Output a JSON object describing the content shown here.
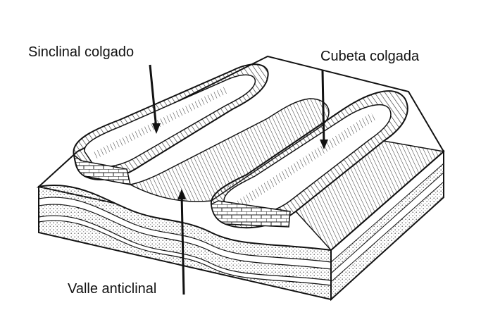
{
  "labels": {
    "synclinal": "Sinclinal colgado",
    "basin": "Cubeta colgada",
    "valley": "Valle anticlinal"
  },
  "colors": {
    "ink": "#111111",
    "stipple": "#9a9a9a",
    "paper": "#ffffff"
  }
}
